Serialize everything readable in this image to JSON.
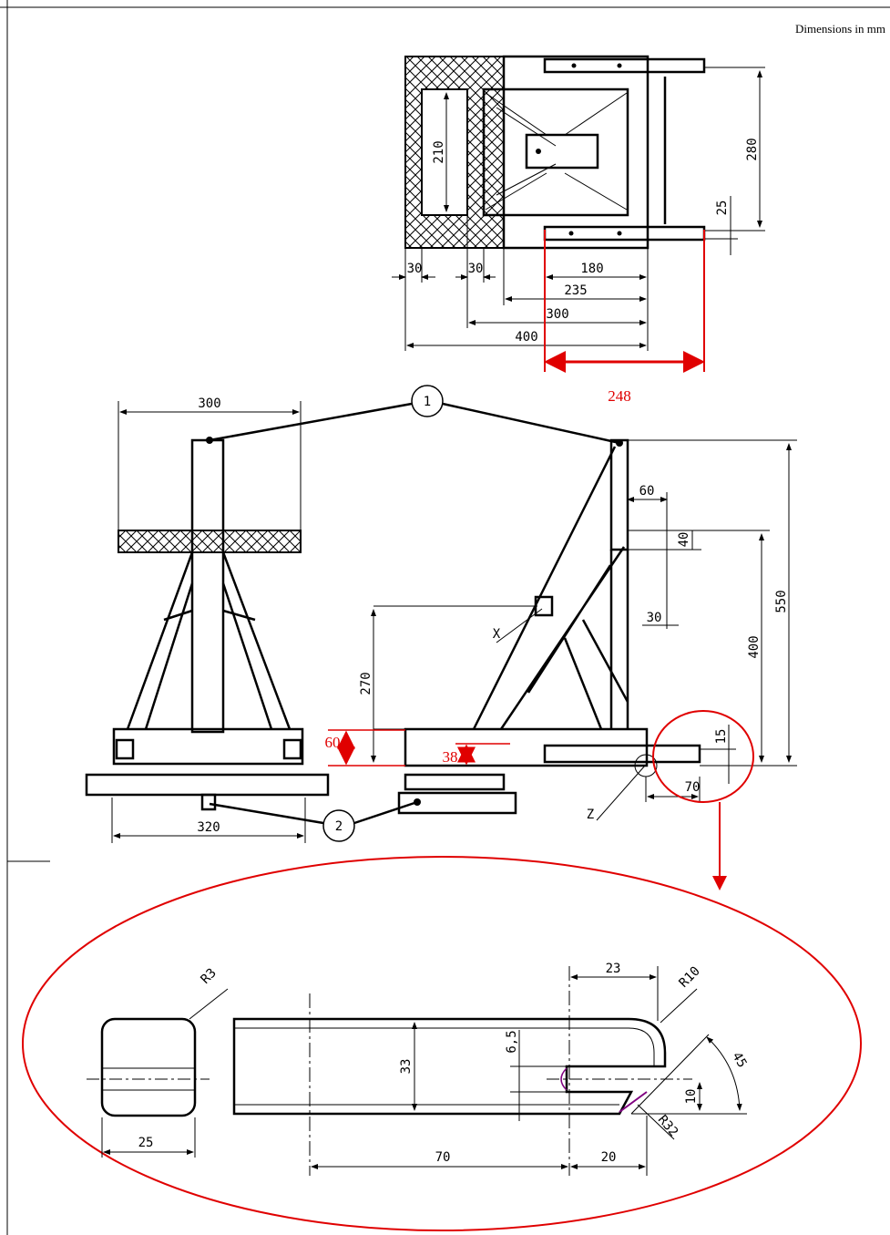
{
  "note": "Dimensions in mm",
  "top_view": {
    "d30a": "30",
    "d30b": "30",
    "d180": "180",
    "d235": "235",
    "d300": "300",
    "d400": "400",
    "d210": "210",
    "d280": "280",
    "d25": "25",
    "d248": "248"
  },
  "side_view": {
    "d300": "300",
    "d320": "320",
    "d60a": "60",
    "d40": "40",
    "d30": "30",
    "d550": "550",
    "d400": "400",
    "d270": "270",
    "d60b": "60",
    "d38": "38",
    "d15": "15",
    "d70": "70",
    "labelX": "X",
    "labelZ": "Z",
    "callout1": "1",
    "callout2": "2"
  },
  "detail": {
    "r3": "R3",
    "r10": "R10",
    "d23": "23",
    "d33": "33",
    "d6_5": "6,5",
    "d10": "10",
    "d45": "45",
    "r32": "R32",
    "d25": "25",
    "d70": "70",
    "d20": "20"
  },
  "colors": {
    "line": "#000000",
    "annotation": "#e00000",
    "hatch": "#000000",
    "accent": "#800080"
  }
}
